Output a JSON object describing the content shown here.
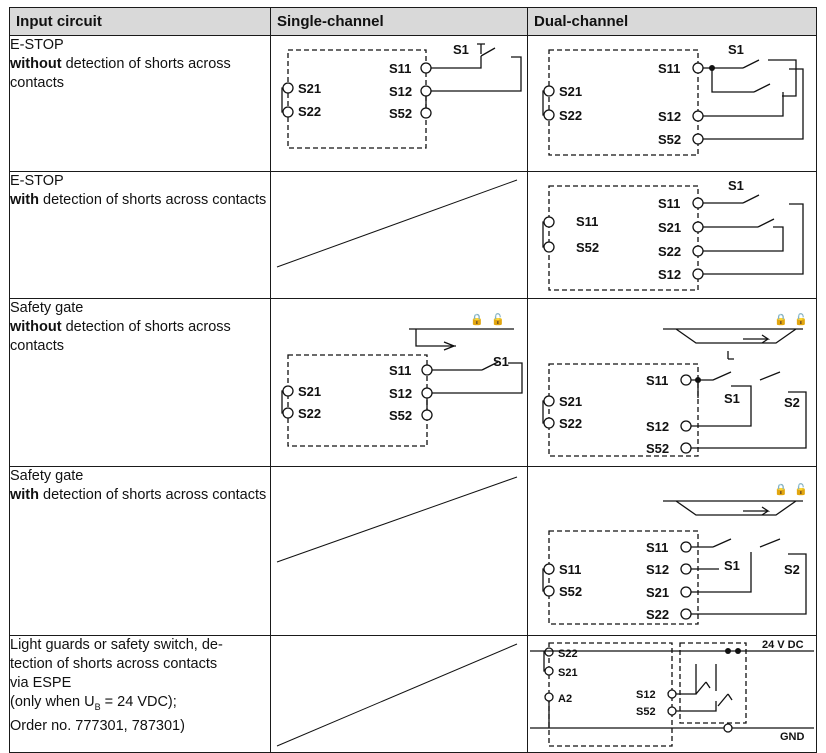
{
  "headers": [
    "Input circuit",
    "Single-channel",
    "Dual-channel"
  ],
  "rows": [
    {
      "line1": "E-STOP",
      "bold": "without",
      "rest": " detection of shorts across contacts"
    },
    {
      "line1": "E-STOP",
      "bold": "with",
      "rest": " detection of shorts across contacts"
    },
    {
      "line1": "Safety gate",
      "bold": "without",
      "rest": " detection of shorts across contacts"
    },
    {
      "line1": "Safety gate",
      "bold": "with",
      "rest": " detection of shorts across contacts"
    },
    {
      "lines": [
        "Light guards or safety switch, de-",
        "tection of shorts across contacts",
        "via ESPE"
      ],
      "cond_pre": "(only when U",
      "cond_sub": "B",
      "cond_post": " = 24 VDC);",
      "order": "Order no. 777301, 787301)"
    }
  ],
  "labels": {
    "s1": "S1",
    "s2": "S2",
    "s11": "S11",
    "s12": "S12",
    "s21": "S21",
    "s22": "S22",
    "s52": "S52",
    "a2": "A2",
    "v24": "24 V DC",
    "gnd": "GND"
  }
}
